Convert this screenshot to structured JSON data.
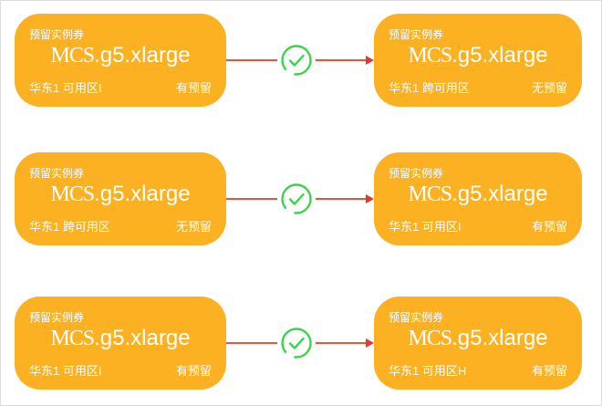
{
  "colors": {
    "card_bg": "#fbb121",
    "card_text": "#ffffff",
    "connector_line": "#e2573b",
    "arrowhead": "#e03a2e",
    "check_green": "#3dd24e",
    "canvas_border": "#dcdcdc",
    "canvas_bg": "#ffffff"
  },
  "icons": {
    "middle": "check-circle-icon",
    "arrow": "arrowhead-icon"
  },
  "rows": [
    {
      "left": {
        "label": "预留实例券",
        "name_serif": "MCS",
        "name_sans": ".g5.xlarge",
        "zone": "华东1 可用区I",
        "status": "有预留"
      },
      "right": {
        "label": "预留实例券",
        "name_serif": "MCS",
        "name_sans": ".g5.xlarge",
        "zone": "华东1 跨可用区",
        "status": "无预留"
      }
    },
    {
      "left": {
        "label": "预留实例券",
        "name_serif": "MCS",
        "name_sans": ".g5.xlarge",
        "zone": "华东1 跨可用区",
        "status": "无预留"
      },
      "right": {
        "label": "预留实例券",
        "name_serif": "MCS",
        "name_sans": ".g5.xlarge",
        "zone": "华东1 可用区I",
        "status": "有预留"
      }
    },
    {
      "left": {
        "label": "预留实例券",
        "name_serif": "MCS",
        "name_sans": ".g5.xlarge",
        "zone": "华东1 可用区I",
        "status": "有预留"
      },
      "right": {
        "label": "预留实例券",
        "name_serif": "MCS",
        "name_sans": ".g5.xlarge",
        "zone": "华东1 可用区H",
        "status": "有预留"
      }
    }
  ]
}
